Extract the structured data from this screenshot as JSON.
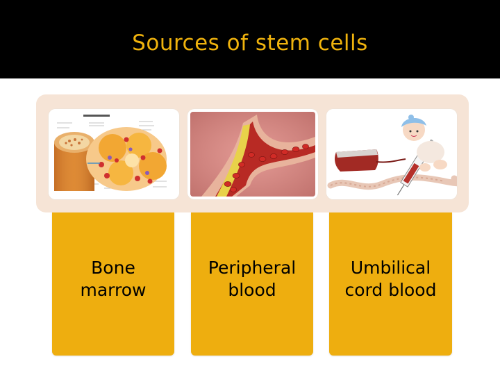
{
  "slide": {
    "title": "Sources of stem cells"
  },
  "sources": [
    {
      "label": "Bone marrow",
      "image_icon": "bone-marrow-cross-section-illustration"
    },
    {
      "label": "Peripheral blood",
      "image_icon": "blood-vessel-red-cells-illustration"
    },
    {
      "label": "Umbilical cord blood",
      "image_icon": "umbilical-cord-blood-collection-illustration"
    }
  ],
  "colors": {
    "title_bar": "#000000",
    "title_text": "#f0b30d",
    "card_fill": "#eeae0f",
    "image_band": "#f6e4d6"
  }
}
